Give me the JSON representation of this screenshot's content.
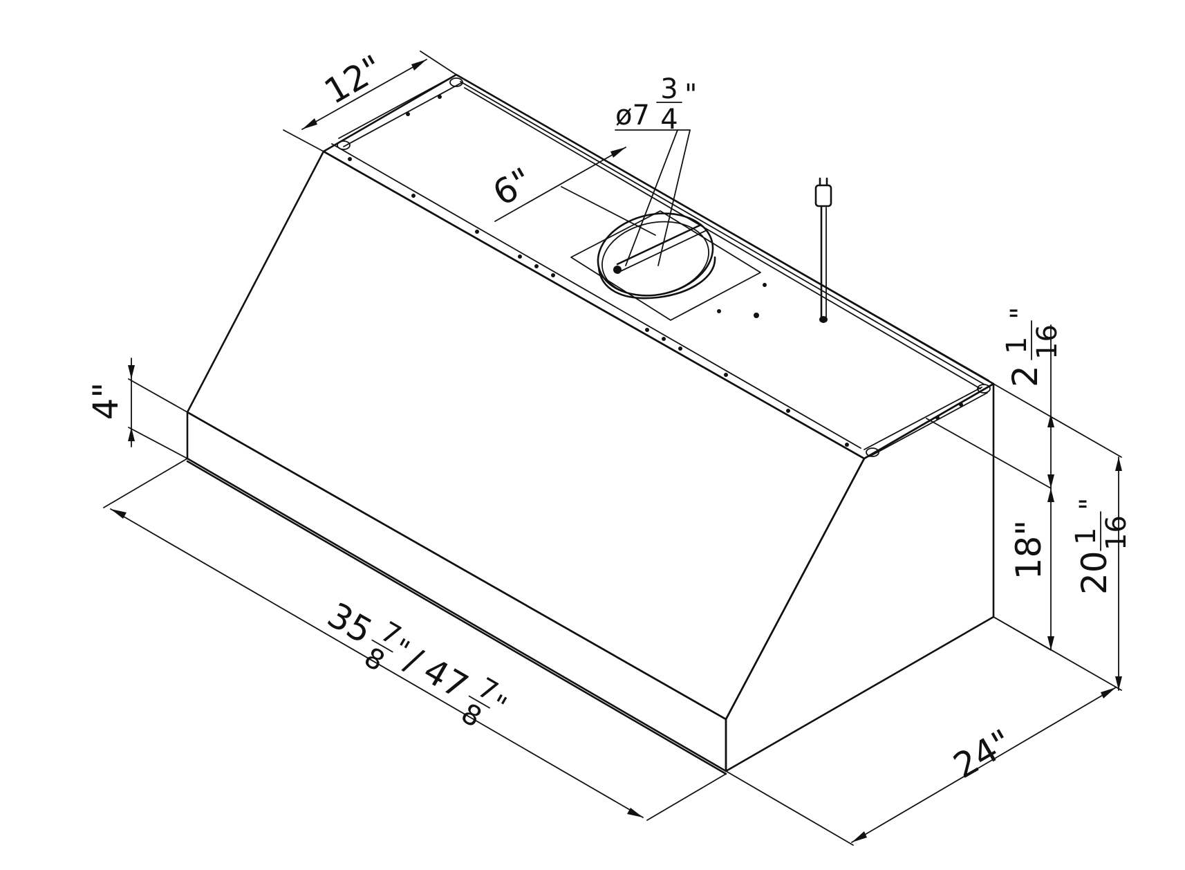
{
  "diagram": {
    "colors": {
      "line": "#111111",
      "background": "#ffffff"
    },
    "dimensions": {
      "top_depth": {
        "value": "12",
        "unit": "\""
      },
      "duct_diameter": {
        "symbol": "ø",
        "whole": "7",
        "num": "3",
        "den": "4",
        "unit": "\""
      },
      "duct_offset": {
        "value": "6",
        "unit": "\""
      },
      "front_lip": {
        "value": "4",
        "unit": "\""
      },
      "widths": {
        "a_whole": "35",
        "a_num": "7",
        "a_den": "8",
        "sep": "/",
        "b_whole": "47",
        "b_num": "7",
        "b_den": "8",
        "unit": "\""
      },
      "top_flange": {
        "whole": "2",
        "num": "1",
        "den": "16",
        "unit": "\""
      },
      "body_height": {
        "value": "18",
        "unit": "\""
      },
      "total_height": {
        "whole": "20",
        "num": "1",
        "den": "16",
        "unit": "\""
      },
      "bottom_depth": {
        "value": "24",
        "unit": "\""
      }
    },
    "parts": [
      "hood-body",
      "duct-collar",
      "power-cord-plug",
      "mounting-flange"
    ]
  }
}
